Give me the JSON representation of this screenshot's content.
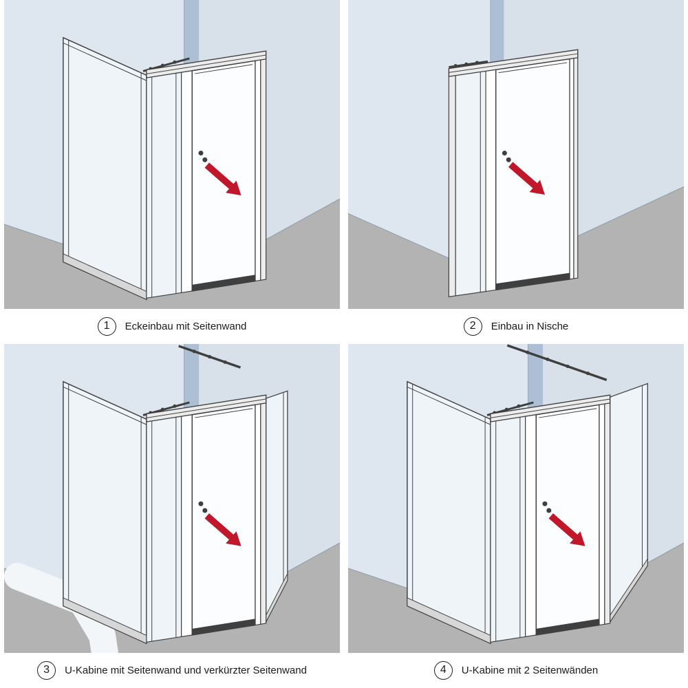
{
  "colors": {
    "background": "#ffffff",
    "wall": "#d8e0ea",
    "wall_left": "#dee6ef",
    "corner": "#adbfd4",
    "corner_line": "#94a8c0",
    "junction_line": "#8f99a6",
    "floor": "#b3b3b3",
    "glass": "#eef4f8",
    "door": "#fcfdff",
    "profile": "#ececec",
    "base": "#d7d7d7",
    "outline": "#3f3f3f",
    "arrow": "#c0172a",
    "walkway": "#f3f6f8",
    "caption_text": "#1a1a1a"
  },
  "icons": {
    "arrow": "door-opening-direction-arrow",
    "handle": "door-handle-knobs"
  },
  "panels": [
    {
      "number": "1",
      "caption": "Eckeinbau mit Seitenwand"
    },
    {
      "number": "2",
      "caption": "Einbau in Nische"
    },
    {
      "number": "3",
      "caption": "U-Kabine mit Seitenwand und verkürzter Seitenwand"
    },
    {
      "number": "4",
      "caption": "U-Kabine mit 2 Seitenwänden"
    }
  ]
}
